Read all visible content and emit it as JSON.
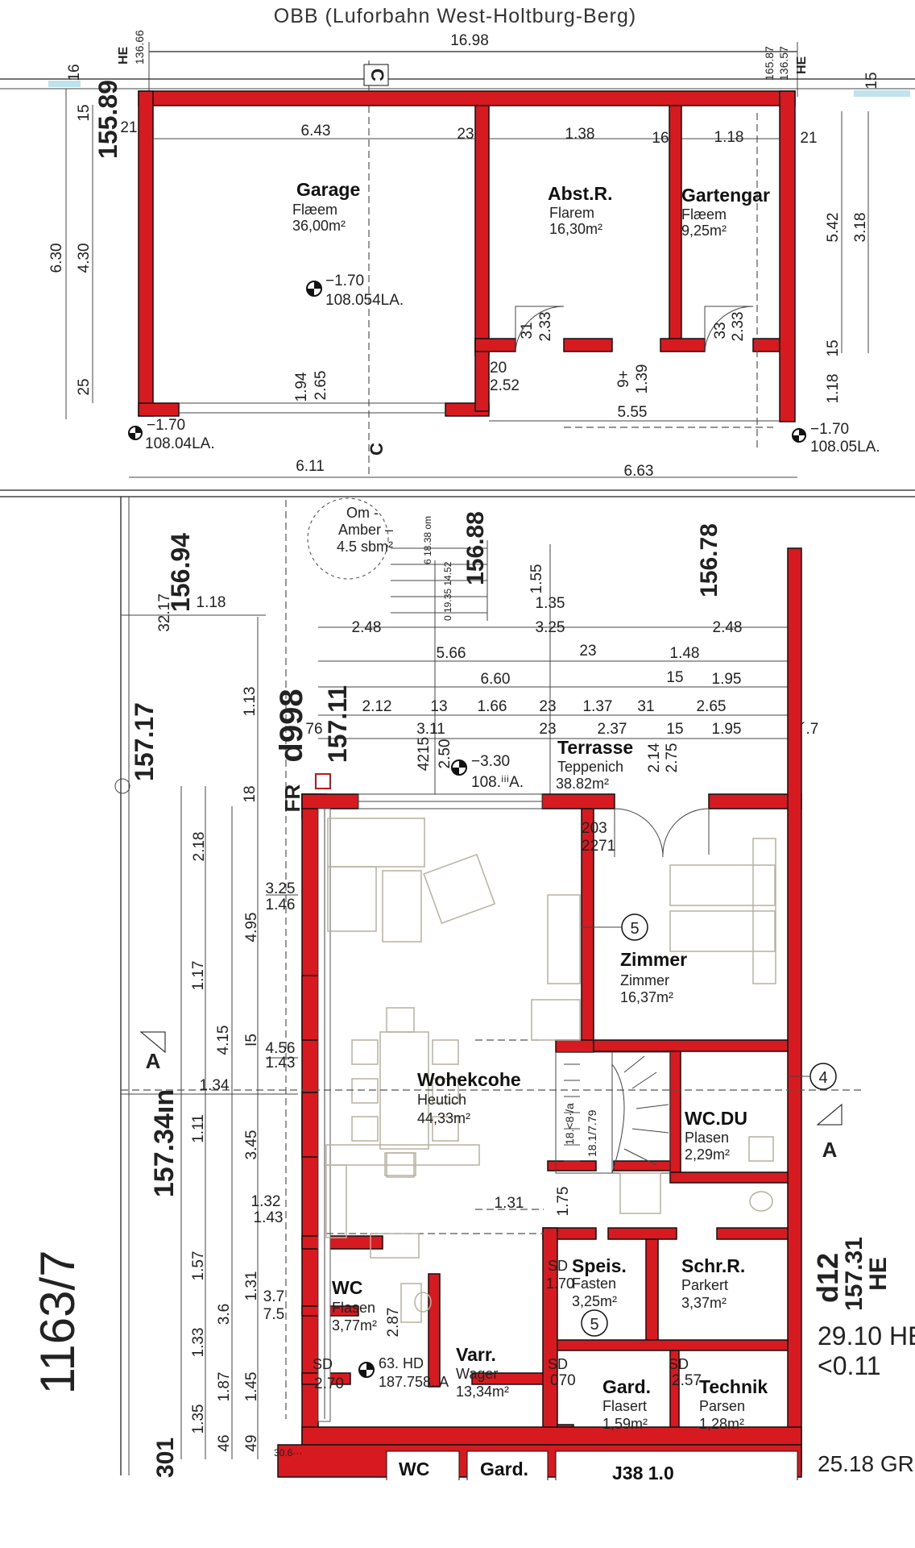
{
  "header": "OBB (Luforbahn West-Holtburg-Berg)",
  "top_dimension": "16.98",
  "marks": {
    "he_left": "HE",
    "he_right": "HE",
    "he_left_val": "136.66",
    "he_right_val1": "165.87",
    "he_right_val2": "136.57",
    "c_top": "C",
    "c_bottom": "C",
    "a_left": "A",
    "a_right": "A"
  },
  "rooms": [
    {
      "id": "garage",
      "name": "Garage",
      "line1": "Flæem",
      "area": "36,00m²"
    },
    {
      "id": "abstr",
      "name": "Abst.R.",
      "line1": "Flarem",
      "area": "16,30m²"
    },
    {
      "id": "gartengar",
      "name": "Gartengar",
      "line1": "Flæem",
      "area": "9,25m²"
    },
    {
      "id": "terrasse",
      "name": "Terrasse",
      "line1": "Teppenich",
      "area": "38.82m²"
    },
    {
      "id": "zimmer",
      "name": "Zimmer",
      "line1": "Zimmer",
      "area": "16,37m²"
    },
    {
      "id": "wohekcohe",
      "name": "Wohekcohe",
      "line1": "Heutich",
      "area": "44,33m²"
    },
    {
      "id": "wcdu",
      "name": "WC.DU",
      "line1": "Plasen",
      "area": "2,29m²"
    },
    {
      "id": "speis",
      "name": "Speis.",
      "line1": "Fasten",
      "area": "3,25m²"
    },
    {
      "id": "schrr",
      "name": "Schr.R.",
      "line1": "Parkert",
      "area": "3,37m²"
    },
    {
      "id": "wc",
      "name": "WC",
      "line1": "Flasen",
      "area": "3,77m²"
    },
    {
      "id": "varr",
      "name": "Varr.",
      "line1": "Wager",
      "area": "13,34m²"
    },
    {
      "id": "gard",
      "name": "Gard.",
      "line1": "Flasert",
      "area": "1,59m²"
    },
    {
      "id": "technik",
      "name": "Technik",
      "line1": "Parsen",
      "area": "1,28m²"
    },
    {
      "id": "wc2",
      "name": "WC",
      "line1": "",
      "area": ""
    },
    {
      "id": "gard2",
      "name": "Gard.",
      "line1": "",
      "area": ""
    }
  ],
  "ombox": {
    "line1": "Om -",
    "line2": "Amber –",
    "line3": "4.5 sbm²"
  },
  "levels": {
    "garage_a": "−1.70",
    "garage_b": "108.054LA.",
    "left_a": "−1.70",
    "left_b": "108.04LA.",
    "right_a": "−1.70",
    "right_b": "108.05LA.",
    "terr_a": "−3.30",
    "terr_b": "108.ⁱⁱⁱA.",
    "hd_a": "63. HD",
    "hd_b": "187.758..A"
  },
  "dims": {
    "d643": "6.43",
    "d23a": "23",
    "d138": "1.38",
    "d16": "16",
    "d118": "1.18",
    "d21a": "21",
    "d21b": "21",
    "d542": "5.42",
    "d318": "3.18",
    "d15a": "15",
    "d118b": "1.18",
    "d630": "6.30",
    "d430": "4.30",
    "d25": "25",
    "d16b": "16",
    "d15b": "15",
    "d15c": "15",
    "d31": "31",
    "d233a": "2.33",
    "d33": "33",
    "d233b": "2.33",
    "d20": "20",
    "d252": "2.52",
    "d94": "9+",
    "d139": "1.39",
    "d194": "1.94",
    "d265": "2.65",
    "d555": "5.55",
    "d611": "6.11",
    "d663": "6.63",
    "d155": "1.55",
    "d135": "1.35",
    "d118c": "1.18",
    "d3217": "32.17",
    "d248a": "2.48",
    "d325": "3.25",
    "d248b": "2.48",
    "d566": "5.66",
    "d23b": "23",
    "d148": "1.48",
    "d660": "6.60",
    "d15d": "15",
    "d195a": "1.95",
    "d212": "2.12",
    "d13": "13",
    "d166": "1.66",
    "d23c": "23",
    "d137": "1.37",
    "d31b": "31",
    "d265b": "2.65",
    "d76": "76",
    "d311": "3.11",
    "d23d": "23",
    "d237": "2.37",
    "d15e": "15",
    "d195b": "1.95",
    "d247": "2´.7",
    "d4215": "4215",
    "d250": "2.50",
    "d214": "2.14",
    "d275": "2.75",
    "d113": "1.13",
    "d18": "18",
    "d218": "2.18",
    "d495": "4.95",
    "d325b": "3.25",
    "d146": "1.46",
    "d203": "203",
    "d2271": "2271",
    "d117": "1.17",
    "d415": "4.15",
    "d15f": "I5",
    "d456": "4.56",
    "d143": "1.43",
    "d134": "1.34",
    "d111": "1.11",
    "d345": "3.45",
    "d132": "1.32",
    "d143b": "1.43",
    "d131": "1.31",
    "d175": "1.75",
    "d157": "1.57",
    "d131b": "1.31",
    "d37": "3.7",
    "d75": "7.5",
    "d36": "3.6",
    "d287": "2.87",
    "d133": "1.33",
    "d187": "1.87",
    "d145": "1.45",
    "d270": "2.70",
    "d135b": "1.35",
    "d070": "070",
    "d257": "2.57",
    "sd1": "SD",
    "sd2": "SD",
    "sd3": "SD",
    "sd4": "SD",
    "d170": "1.70",
    "d46": "46",
    "d49": "49",
    "d3561": "30.6···",
    "stairs_a": "18.<8·/a",
    "stairs_b": "18.1/7.79",
    "stair_top_a": "6 18.38 om",
    "stair_top_b": "0 19.35 14.52"
  },
  "numbers": {
    "n5a": "5",
    "n4": "4",
    "n5b": "5"
  },
  "side_labels": {
    "l155_89": "155.89",
    "l156_94": "156.94",
    "l157_17": "157.17",
    "l157_34": "157.34ın",
    "l156_88": "156.88",
    "l156_78": "156.78",
    "l157_11": "157.11",
    "ld998": "d998",
    "lfr": "FR",
    "l1163": "1163/7",
    "ld12": "d12",
    "l157_31": "157.31",
    "lhe": "HE",
    "l2910": "29.10 HE",
    "l011": "<0.11",
    "l301": "301",
    "l2518": "25.18 GR",
    "lbottom": "J38 1.0"
  }
}
